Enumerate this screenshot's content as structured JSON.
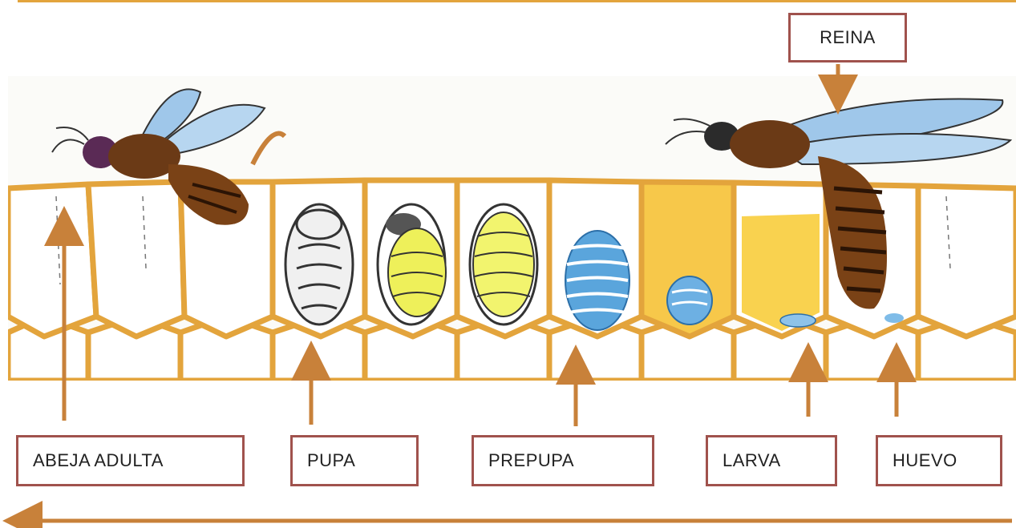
{
  "labels": {
    "queen": "REINA",
    "adult": "ABEJA ADULTA",
    "pupa": "PUPA",
    "prepupa": "PREPUPA",
    "larva": "LARVA",
    "egg": "HUEVO"
  },
  "colors": {
    "arrow": "#c8813a",
    "box_border": "#a0524d",
    "comb_wax": "#e3a43c",
    "honey": "#f7c84a",
    "prepupa_blue": "#5aa5dc",
    "pupa_yellow": "#eef05a",
    "wing_blue": "#9fc7ea",
    "bee_body": "#6b3a16"
  },
  "icons": [
    "worker-bee-icon",
    "queen-bee-icon",
    "honeycomb-icon"
  ]
}
